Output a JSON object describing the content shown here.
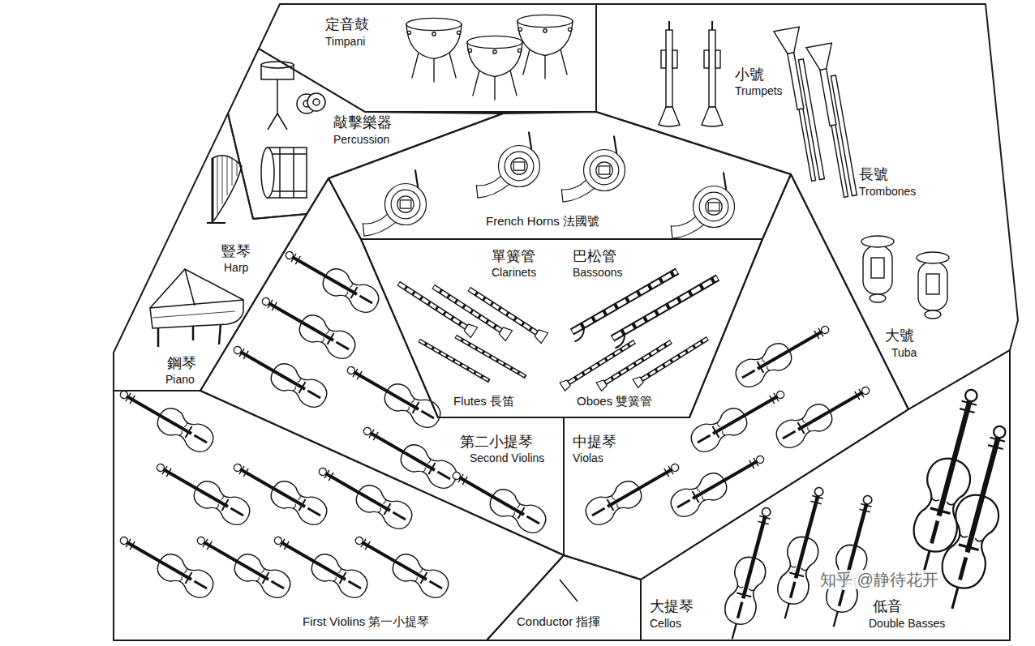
{
  "diagram": {
    "nodes": [
      {
        "text": [
          "定音鼓",
          "Timpani"
        ]
      },
      {
        "text": [
          "敲擊樂器",
          "Percussion"
        ]
      },
      {
        "text": [
          "小號",
          "Trumpets",
          "長號",
          "Trombones",
          "大號",
          "Tuba"
        ]
      },
      {
        "text": [
          "French Horns 法國號"
        ]
      },
      {
        "text": [
          "豎琴",
          "Harp",
          "鋼琴",
          "Piano"
        ]
      },
      {
        "text": [
          "單簧管",
          "Clarinets",
          "巴松管",
          "Bassoons",
          "Flutes 長笛",
          "Oboes 雙簧管"
        ]
      },
      {
        "text": [
          "第二小提琴",
          "Second Violins"
        ]
      },
      {
        "text": [
          "中提琴",
          "Violas"
        ]
      },
      {
        "text": [
          "First Violins 第一小提琴"
        ]
      },
      {
        "text": [
          "Conductor 指揮"
        ]
      },
      {
        "text": [
          "大提琴",
          "Cellos",
          "低音",
          "Double Basses"
        ]
      }
    ],
    "labels": [
      "知乎 @静待花开"
    ]
  }
}
